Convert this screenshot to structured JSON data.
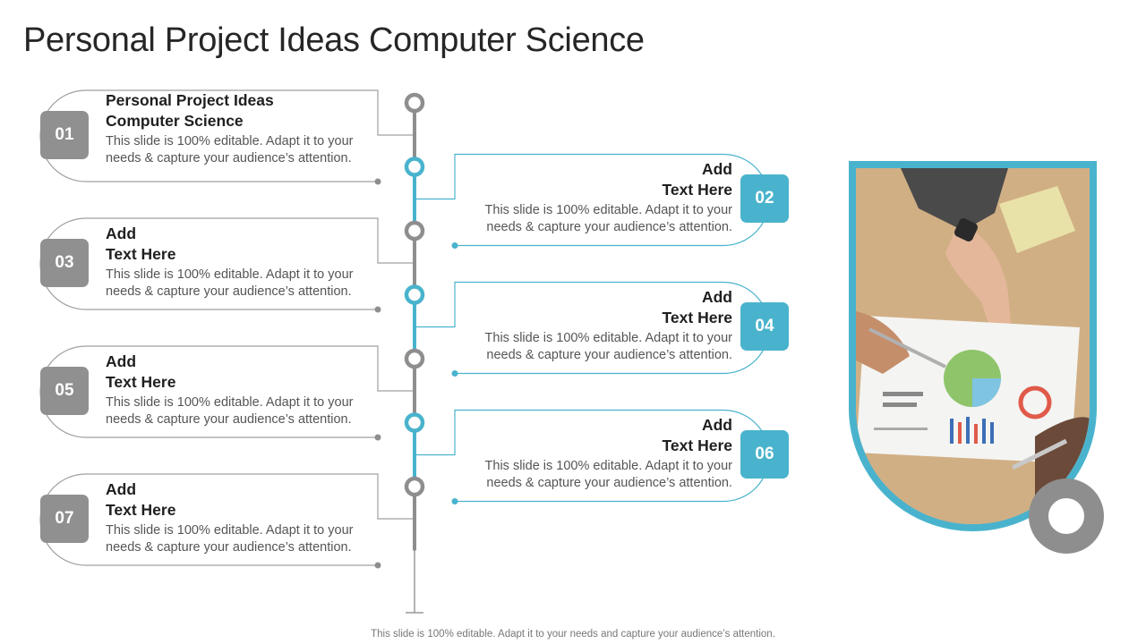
{
  "slide": {
    "title": "Personal Project Ideas Computer Science",
    "footer": "This slide is 100% editable. Adapt it to your needs and capture your audience’s attention."
  },
  "colors": {
    "accent": "#49b3cd",
    "neutral": "#909090"
  },
  "items": [
    {
      "number": "01",
      "heading": "Personal Project Ideas\nComputer Science",
      "body": "This slide is 100% editable. Adapt it to your\nneeds & capture your audience’s attention.",
      "side": "left",
      "color": "gray"
    },
    {
      "number": "02",
      "heading": "Add\nText Here",
      "body": "This slide is 100% editable. Adapt it to your\nneeds & capture your audience’s attention.",
      "side": "right",
      "color": "teal"
    },
    {
      "number": "03",
      "heading": "Add\nText Here",
      "body": "This slide is 100% editable. Adapt it to your\nneeds & capture your audience’s attention.",
      "side": "left",
      "color": "gray"
    },
    {
      "number": "04",
      "heading": "Add\nText Here",
      "body": "This slide is 100% editable. Adapt it to your\nneeds & capture your audience’s attention.",
      "side": "right",
      "color": "teal"
    },
    {
      "number": "05",
      "heading": "Add\nText Here",
      "body": "This slide is 100% editable. Adapt it to your\nneeds & capture your audience’s attention.",
      "side": "left",
      "color": "gray"
    },
    {
      "number": "06",
      "heading": "Add\nText Here",
      "body": "This slide is 100% editable. Adapt it to your\nneeds & capture your audience’s attention.",
      "side": "right",
      "color": "teal"
    },
    {
      "number": "07",
      "heading": "Add\nText Here",
      "body": "This slide is 100% editable. Adapt it to your\nneeds & capture your audience’s attention.",
      "side": "left",
      "color": "gray"
    }
  ],
  "image": {
    "icon": "business-meeting-photo"
  }
}
